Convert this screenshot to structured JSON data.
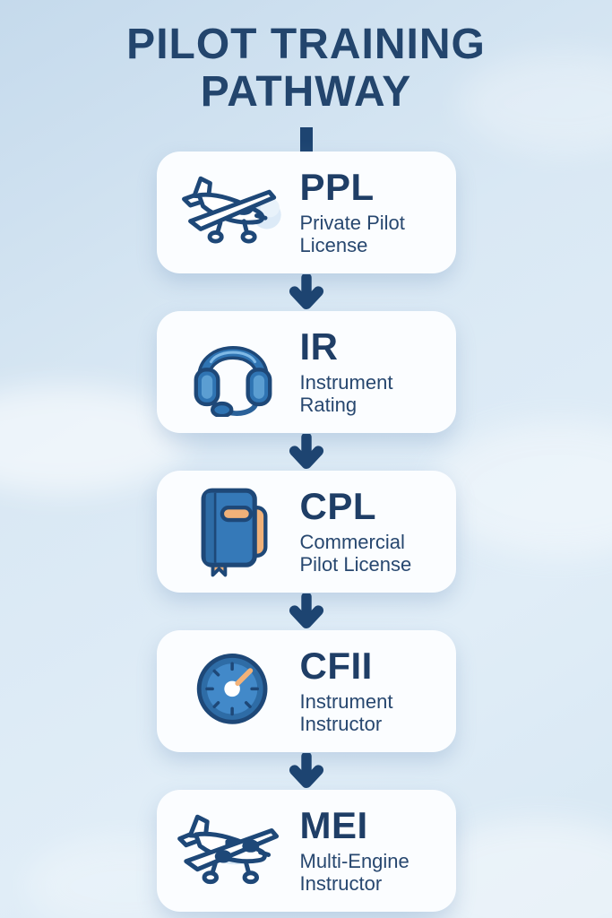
{
  "poster": {
    "title_line1": "PILOT TRAINING",
    "title_line2": "PATHWAY"
  },
  "steps": [
    {
      "acronym": "PPL",
      "name": "Private Pilot License",
      "icon": "single-engine-airplane-icon"
    },
    {
      "acronym": "IR",
      "name": "Instrument Rating",
      "icon": "aviation-headset-icon"
    },
    {
      "acronym": "CPL",
      "name": "Commercial Pilot License",
      "icon": "pilot-logbook-icon"
    },
    {
      "acronym": "CFII",
      "name": "Instrument Instructor",
      "icon": "instrument-gauge-icon"
    },
    {
      "acronym": "MEI",
      "name": "Multi-Engine Instructor",
      "icon": "twin-engine-airplane-icon"
    }
  ],
  "colors": {
    "background_top": "#c5daec",
    "background_bottom": "#e0edf7",
    "card_background": "#fbfdff",
    "title_navy": "#23456d",
    "text_navy": "#27476f",
    "icon_outline_navy": "#1e4878",
    "icon_blue": "#2f74b3",
    "icon_light_blue": "#5b9ed2",
    "accent_orange": "#f0b179",
    "arrow_navy": "#1d4471"
  }
}
